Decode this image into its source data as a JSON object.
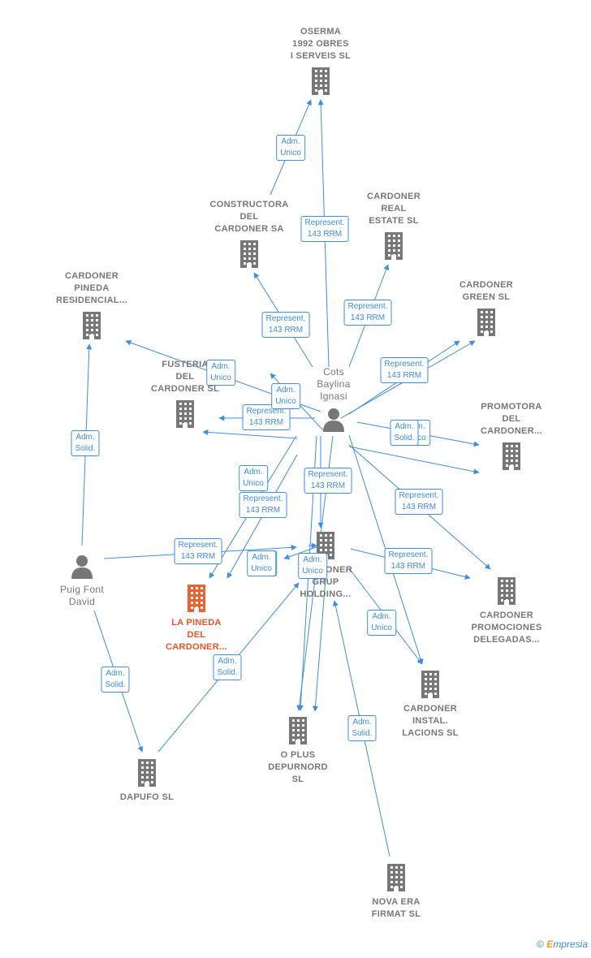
{
  "nodes": [
    {
      "id": "oserma",
      "type": "company",
      "label": "OSERMA\n1992 OBRES\nI SERVEIS  SL",
      "label_pos": "above"
    },
    {
      "id": "constructora",
      "type": "company",
      "label": "CONSTRUCTORA\nDEL\nCARDONER SA",
      "label_pos": "above"
    },
    {
      "id": "real_estate",
      "type": "company",
      "label": "CARDONER\nREAL\nESTATE  SL",
      "label_pos": "above"
    },
    {
      "id": "pineda_res",
      "type": "company",
      "label": "CARDONER\nPINEDA\nRESIDENCIAL...",
      "label_pos": "above"
    },
    {
      "id": "green",
      "type": "company",
      "label": "CARDONER\nGREEN  SL",
      "label_pos": "above"
    },
    {
      "id": "fusteria",
      "type": "company",
      "label": "FUSTERIA\nDEL\nCARDONER  SL",
      "label_pos": "above"
    },
    {
      "id": "cots",
      "type": "person",
      "label": "Cots\nBaylina\nIgnasi",
      "label_pos": "above"
    },
    {
      "id": "promotora",
      "type": "company",
      "label": "PROMOTORA\nDEL\nCARDONER...",
      "label_pos": "above"
    },
    {
      "id": "holding",
      "type": "company",
      "label": "CARDONER\nGRUP\nHOLDING...",
      "label_pos": "below"
    },
    {
      "id": "puig",
      "type": "person",
      "label": "Puig Font\nDavid",
      "label_pos": "below"
    },
    {
      "id": "la_pineda",
      "type": "company_focus",
      "label": "LA PINEDA\nDEL\nCARDONER...",
      "label_pos": "below"
    },
    {
      "id": "promociones",
      "type": "company",
      "label": "CARDONER\nPROMOCIONES\nDELEGADAS...",
      "label_pos": "below"
    },
    {
      "id": "instalacions",
      "type": "company",
      "label": "CARDONER\nINSTAL.\nLACIONS  SL",
      "label_pos": "below"
    },
    {
      "id": "oplus",
      "type": "company",
      "label": "O PLUS\nDEPURNORD\nSL",
      "label_pos": "below"
    },
    {
      "id": "dapufo",
      "type": "company",
      "label": "DAPUFO  SL",
      "label_pos": "below"
    },
    {
      "id": "nova_era",
      "type": "company",
      "label": "NOVA ERA\nFIRMAT  SL",
      "label_pos": "below"
    }
  ],
  "edges": [
    {
      "text": "Adm.\nUnico"
    },
    {
      "text": "Represent.\n143 RRM"
    },
    {
      "text": "Represent.\n143 RRM"
    },
    {
      "text": "Represent.\n143 RRM"
    },
    {
      "text": "Adm.\nSolid."
    },
    {
      "text": "Adm.\nUnico"
    },
    {
      "text": "Represent.\n143 RRM"
    },
    {
      "text": "Adm.\nUnico"
    },
    {
      "text": "Represent.\n143 RRM"
    },
    {
      "text": "Adm.\nUnico"
    },
    {
      "text": "Adm.\nSolid."
    },
    {
      "text": "Adm.\nUnico"
    },
    {
      "text": "Represent.\n143 RRM"
    },
    {
      "text": "Represent.\n143 RRM"
    },
    {
      "text": "Represent.\n143 RRM"
    },
    {
      "text": "Represent.\n143 RRM"
    },
    {
      "text": "Adm.\nUnico"
    },
    {
      "text": "Represent.\n143 RRM"
    },
    {
      "text": "Adm.\nUnico"
    },
    {
      "text": "Adm.\nUnico"
    },
    {
      "text": "Adm.\nSolid."
    },
    {
      "text": "Adm.\nSolid."
    },
    {
      "text": "Adm.\nSolid."
    },
    {
      "text": "Adm.\nUnico"
    },
    {
      "text": "Represent.\n143 RRM"
    }
  ],
  "colors": {
    "edge": "#3d8ee0",
    "node": "#777777",
    "focus": "#f0622d"
  },
  "footer": {
    "copyright": "©",
    "brand_initial": "E",
    "brand_rest": "mpresia"
  }
}
